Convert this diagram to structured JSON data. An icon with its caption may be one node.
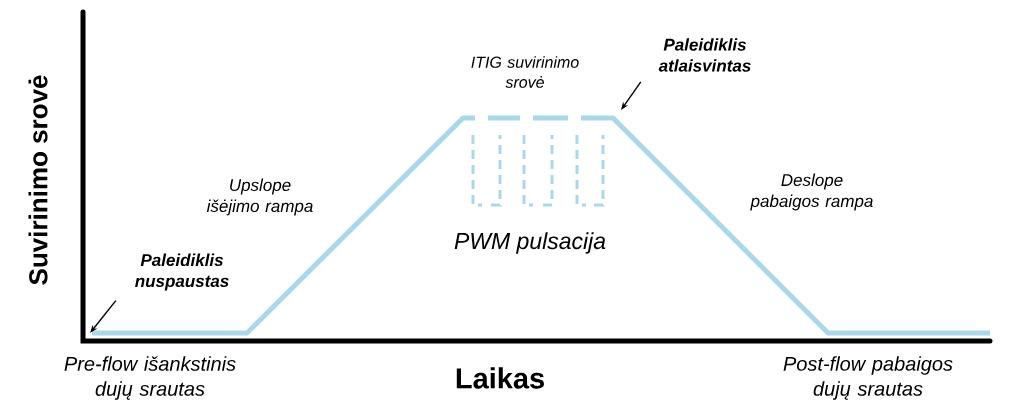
{
  "diagram": {
    "nodes": [
      {
        "text": [
          "Paleidiklis nuspaustas"
        ]
      },
      {
        "text": [
          "Paleidiklis atlaisvintas"
        ]
      }
    ],
    "edges": [
      {
        "from": 0,
        "to": null,
        "arrow": "to"
      },
      {
        "from": 1,
        "to": null,
        "arrow": "to"
      }
    ],
    "labels": [
      "Suvirinimo srovė",
      "ITIG suvirinimo srovė",
      "Upslope išėjimo rampa",
      "PWM pulsacija",
      "Deslope pabaigos rampa",
      "Pre-flow išankstinis dujų srautas",
      "Laikas",
      "Post-flow pabaigos dujų srautas"
    ]
  }
}
